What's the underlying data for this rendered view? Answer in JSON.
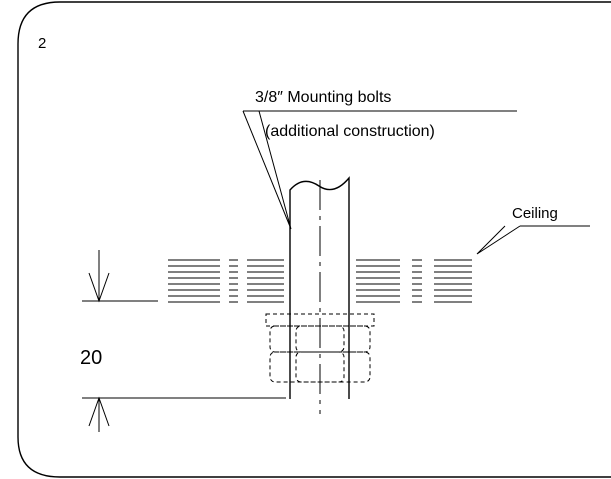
{
  "figure": {
    "step_number": "2",
    "callouts": {
      "bolt_title": "3/8″ Mounting bolts",
      "bolt_subtitle": "(additional construction)",
      "ceiling": "Ceiling"
    },
    "dimension": {
      "value": "20"
    }
  }
}
